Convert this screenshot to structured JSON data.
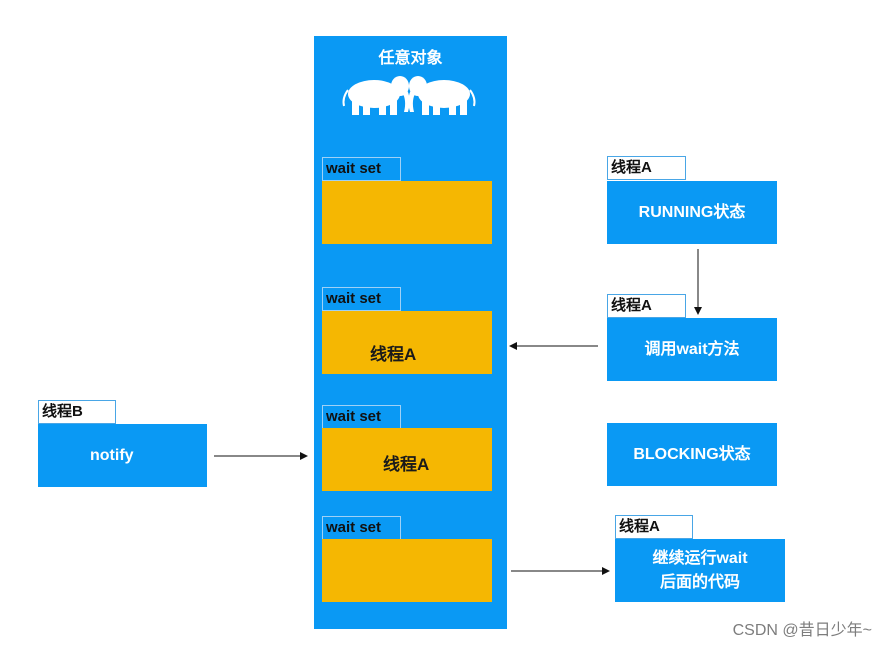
{
  "object_title": "任意对象",
  "wait_sets": [
    {
      "tag": "wait set",
      "content": ""
    },
    {
      "tag": "wait set",
      "content": "线程A"
    },
    {
      "tag": "wait set",
      "content": "线程A"
    },
    {
      "tag": "wait set",
      "content": ""
    }
  ],
  "thread_b": {
    "tag": "线程B",
    "label": "notify"
  },
  "states": [
    {
      "tag": "线程A",
      "label": "RUNNING状态"
    },
    {
      "tag": "线程A",
      "label": "调用wait方法"
    },
    {
      "tag": "",
      "label": "BLOCKING状态"
    },
    {
      "tag": "线程A",
      "label_line1": "继续运行wait",
      "label_line2": "后面的代码"
    }
  ],
  "watermark": "CSDN @昔日少年~",
  "colors": {
    "blue": "#0a99f4",
    "gold": "#f5b702",
    "arrow": "#111111"
  },
  "icons": [
    "elephant-icon",
    "elephant-icon"
  ]
}
